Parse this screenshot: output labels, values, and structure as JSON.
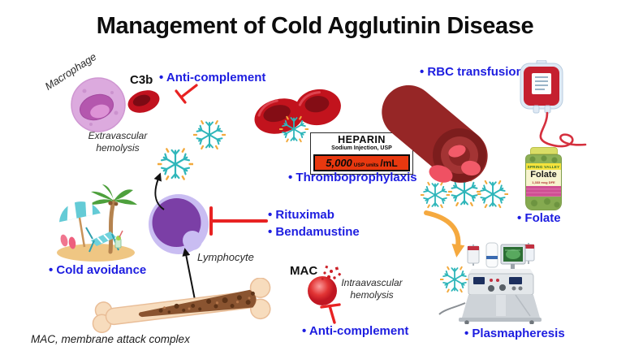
{
  "title": "Management of Cold Agglutinin Disease",
  "footnote": "MAC, membrane attack complex",
  "cells": {
    "macrophage_label": "Macrophage",
    "c3b_label": "C3b",
    "extravascular_label": "Extravascular\nhemolysis",
    "lymphocyte_label": "Lymphocyte",
    "mac_label": "MAC",
    "intravascular_label": "Intraavascular\nhemolysis"
  },
  "treatments": {
    "anti_complement_top": "• Anti-complement",
    "rbc_transfusion": "• RBC transfusion",
    "thromboprophylaxis": "• Thromboprophylaxis",
    "folate": "• Folate",
    "cold_avoidance": "• Cold avoidance",
    "rituximab": "• Rituximab",
    "bendamustine": "• Bendamustine",
    "anti_complement_bottom": "• Anti-complement",
    "plasmapheresis": "• Plasmapheresis"
  },
  "heparin_label": {
    "name": "HEPARIN",
    "form": "Sodium Injection, USP",
    "dose": "5,000",
    "dose_units": "USP units",
    "per": "/mL"
  },
  "folate_bottle": {
    "brand": "SPRING VALLEY",
    "name": "Folate",
    "strength": "1,333 mcg DFE"
  },
  "colors": {
    "treatment_text": "#1d1de0",
    "inhibit_red": "#e82222",
    "snowflake_teal": "#2fb6ba",
    "snowflake_orange": "#f2a93c",
    "title_text": "#0d0d0d"
  }
}
